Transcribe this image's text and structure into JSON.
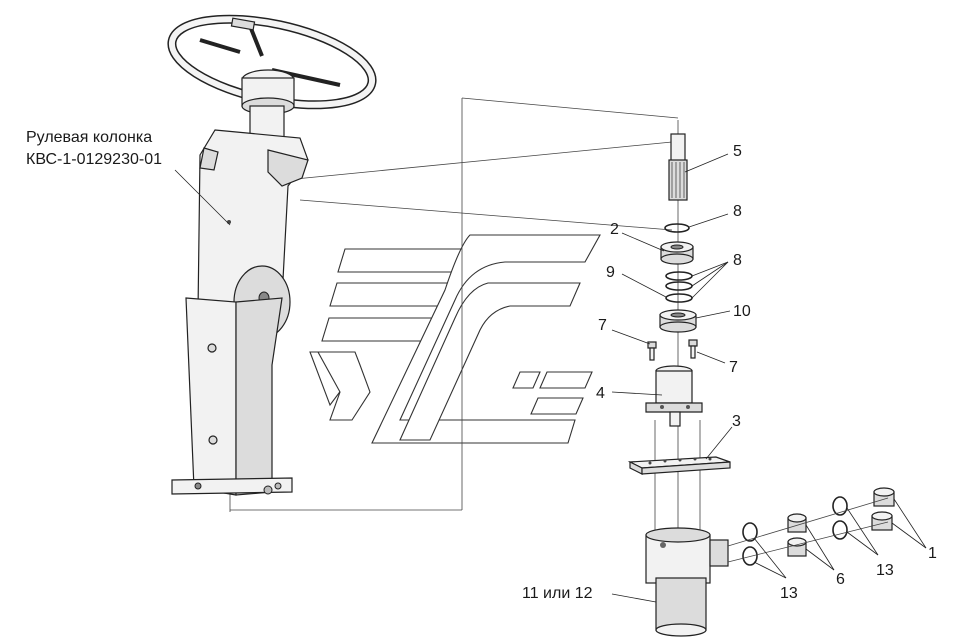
{
  "title": {
    "line1": "Рулевая колонка",
    "line2": "КВС-1-0129230-01"
  },
  "callouts": [
    {
      "id": "c5",
      "text": "5"
    },
    {
      "id": "c8a",
      "text": "8"
    },
    {
      "id": "c2",
      "text": "2"
    },
    {
      "id": "c8b",
      "text": "8"
    },
    {
      "id": "c9",
      "text": "9"
    },
    {
      "id": "c10",
      "text": "10"
    },
    {
      "id": "c7a",
      "text": "7"
    },
    {
      "id": "c7b",
      "text": "7"
    },
    {
      "id": "c4",
      "text": "4"
    },
    {
      "id": "c3",
      "text": "3"
    },
    {
      "id": "c1",
      "text": "1"
    },
    {
      "id": "c6",
      "text": "6"
    },
    {
      "id": "c13a",
      "text": "13"
    },
    {
      "id": "c13b",
      "text": "13"
    },
    {
      "id": "c11",
      "text": "11 или 12"
    }
  ]
}
